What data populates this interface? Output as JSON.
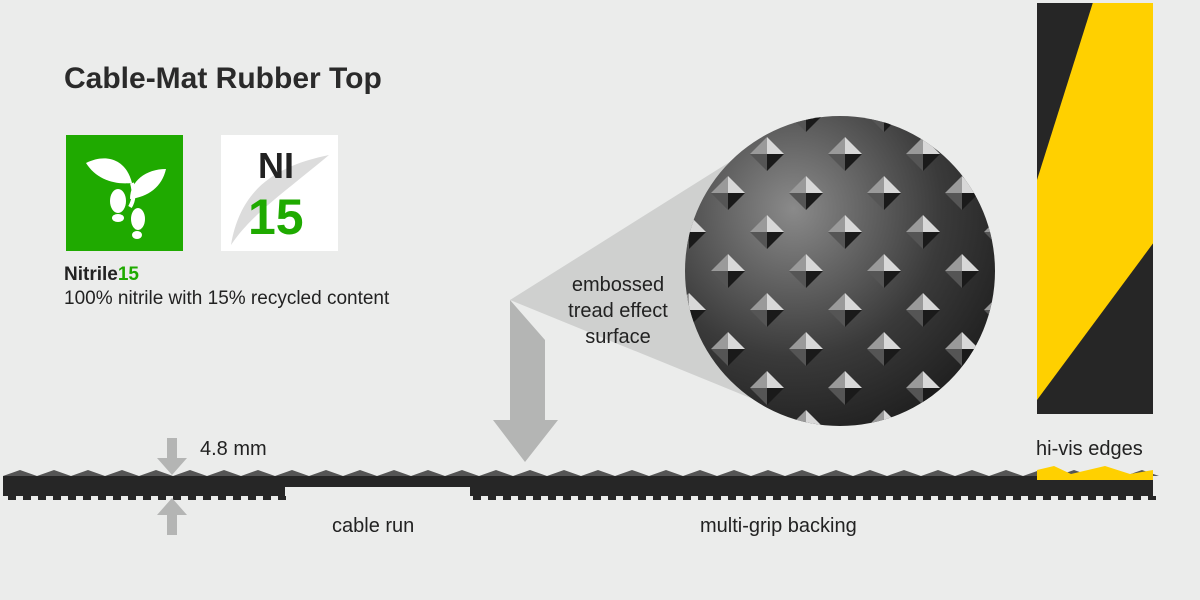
{
  "title": "Cable-Mat Rubber Top",
  "badges": {
    "nitrile_logo_top": "NI",
    "nitrile_logo_number": "15"
  },
  "material": {
    "brand_prefix": "Nitrile",
    "brand_suffix": "15",
    "description": "100% nitrile with 15% recycled content"
  },
  "callouts": {
    "surface_lines": [
      "embossed",
      "tread effect",
      "surface"
    ],
    "thickness": "4.8 mm",
    "cable_run": "cable run",
    "backing": "multi-grip backing",
    "edges": "hi-vis edges"
  },
  "colors": {
    "green": "#1faa00",
    "yellow": "#ffd000",
    "rubber": "#262626",
    "grey": "#b4b5b4"
  }
}
